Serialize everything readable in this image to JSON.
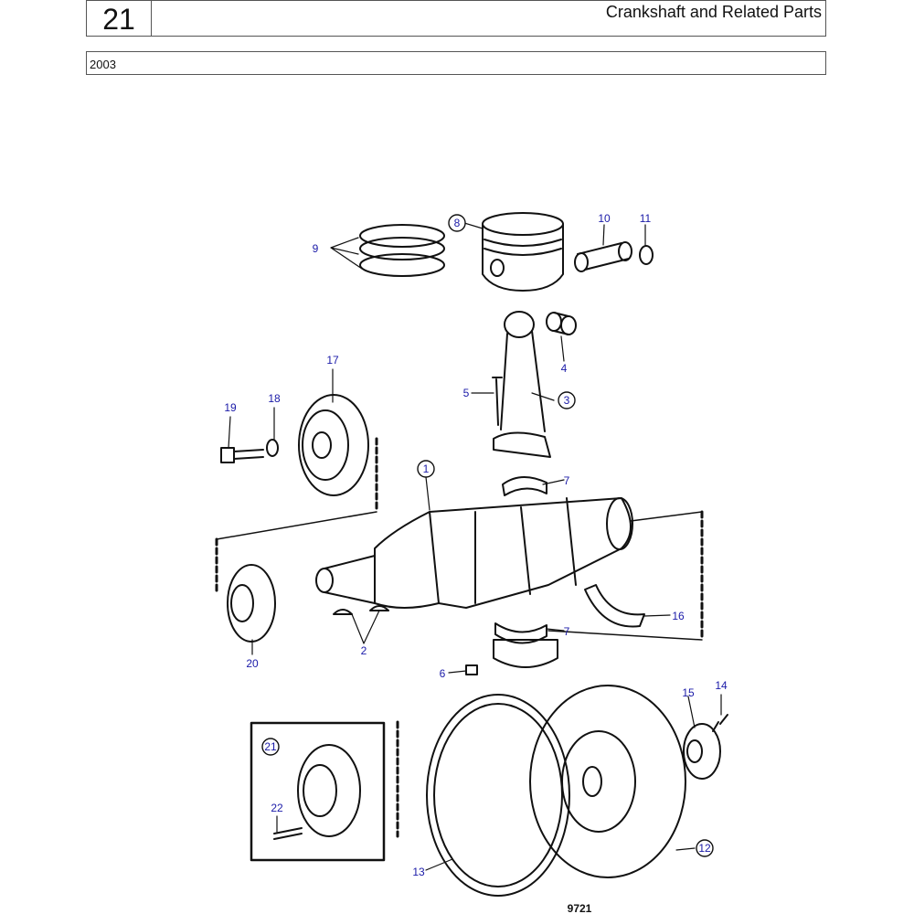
{
  "header": {
    "section_number": "21",
    "title": "Crankshaft and Related Parts"
  },
  "subheader": {
    "year": "2003"
  },
  "figure_ref": "9721",
  "labels": [
    {
      "id": "l1",
      "text": "1"
    },
    {
      "id": "l2",
      "text": "2"
    },
    {
      "id": "l3",
      "text": "3"
    },
    {
      "id": "l4",
      "text": "4"
    },
    {
      "id": "l5",
      "text": "5"
    },
    {
      "id": "l6",
      "text": "6"
    },
    {
      "id": "l7a",
      "text": "7"
    },
    {
      "id": "l7b",
      "text": "7"
    },
    {
      "id": "l8",
      "text": "8"
    },
    {
      "id": "l9",
      "text": "9"
    },
    {
      "id": "l10",
      "text": "10"
    },
    {
      "id": "l11",
      "text": "11"
    },
    {
      "id": "l12",
      "text": "12"
    },
    {
      "id": "l13",
      "text": "13"
    },
    {
      "id": "l14",
      "text": "14"
    },
    {
      "id": "l15",
      "text": "15"
    },
    {
      "id": "l16",
      "text": "16"
    },
    {
      "id": "l17",
      "text": "17"
    },
    {
      "id": "l18",
      "text": "18"
    },
    {
      "id": "l19",
      "text": "19"
    },
    {
      "id": "l20",
      "text": "20"
    },
    {
      "id": "l21",
      "text": "21"
    },
    {
      "id": "l22",
      "text": "22"
    }
  ]
}
